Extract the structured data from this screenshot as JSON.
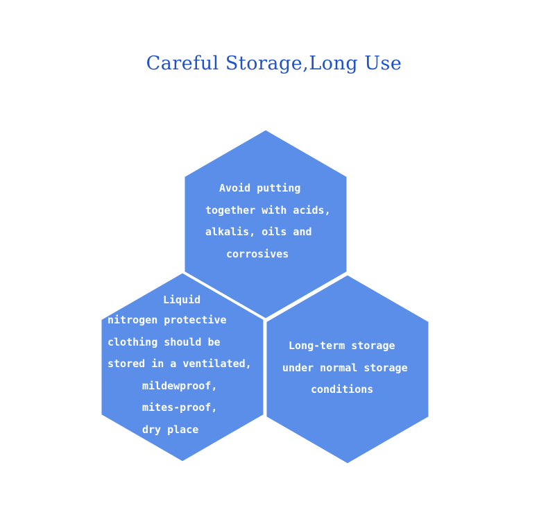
{
  "title": "Careful Storage,Long Use",
  "colors": {
    "title": "#1f52c9",
    "hex_fill": "#5a8ee8",
    "hex_text": "#ffffff",
    "background": "#ffffff"
  },
  "hexagons": {
    "top": {
      "lines": [
        "Avoid putting",
        "together with acids,",
        "alkalis, oils and",
        "corrosives"
      ]
    },
    "left": {
      "lines": [
        "Liquid",
        "nitrogen protective",
        "clothing should be",
        "stored in a ventilated,",
        "mildewproof,",
        "mites-proof,",
        "dry place"
      ]
    },
    "right": {
      "lines": [
        "Long-term storage",
        "under normal storage",
        "conditions"
      ]
    }
  }
}
